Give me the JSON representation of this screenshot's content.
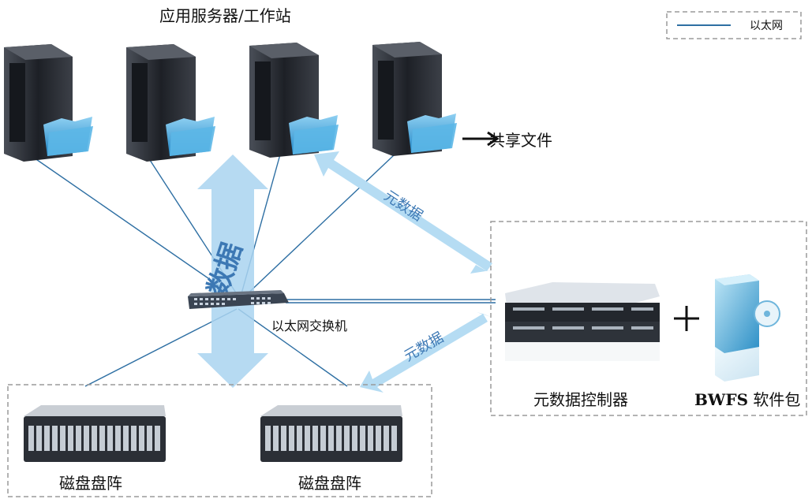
{
  "labels": {
    "servers_title": "应用服务器/工作站",
    "shared_files": "共享文件",
    "switch": "以太网交换机",
    "metadata_controller": "元数据控制器",
    "bwfs_name": "BWFS",
    "bwfs_suffix": " 软件包",
    "disk_array_1": "磁盘盘阵",
    "disk_array_2": "磁盘盘阵",
    "data_flow": "数据",
    "metadata_flow_top": "元数据",
    "metadata_flow_bottom": "元数据",
    "legend_ethernet": "以太网"
  },
  "colors": {
    "ethernet_line": "#2e6fa3",
    "data_arrow": "#a9d3f0",
    "metadata_arrow": "#b5dcf3",
    "arrow_text": "#3c78b4",
    "dashed_border": "#9a9a9a",
    "server_body": "#2b2f36",
    "folder": "#3aa0d8"
  },
  "icons": [
    "server-icon",
    "folder-icon",
    "switch-icon",
    "rack-server-icon",
    "disk-array-icon",
    "software-box-icon"
  ]
}
